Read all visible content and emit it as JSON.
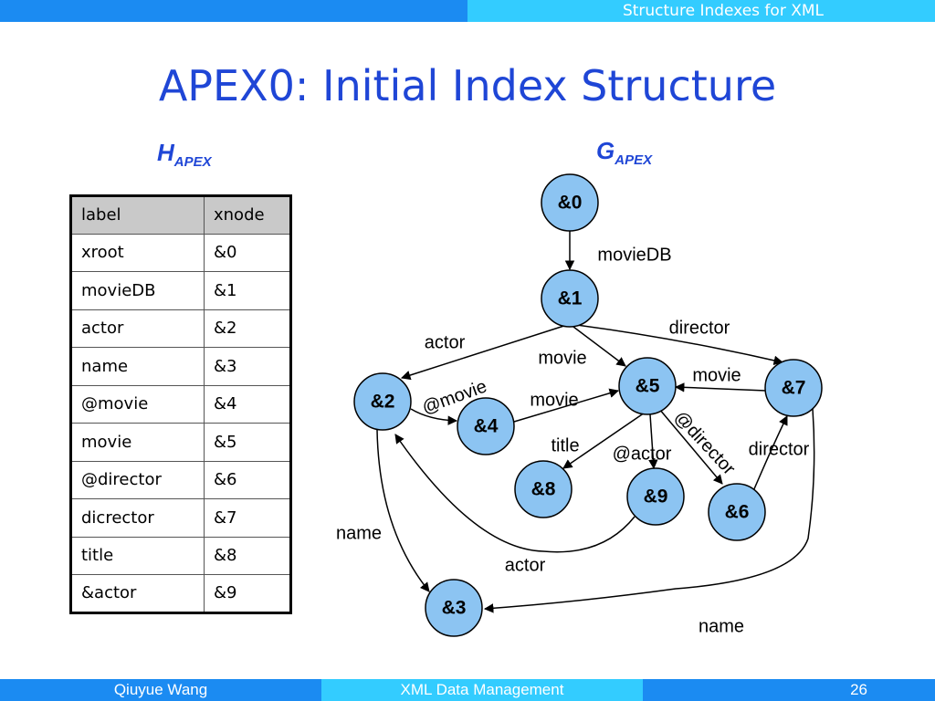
{
  "header": {
    "section_title": "Structure Indexes for XML",
    "slide_title": "APEX0: Initial Index Structure"
  },
  "h_apex": {
    "letter": "H",
    "subscript": "APEX",
    "columns": [
      "label",
      "xnode"
    ],
    "rows": [
      [
        "xroot",
        "&0"
      ],
      [
        "movieDB",
        "&1"
      ],
      [
        "actor",
        "&2"
      ],
      [
        "name",
        "&3"
      ],
      [
        "@movie",
        "&4"
      ],
      [
        "movie",
        "&5"
      ],
      [
        "@director",
        "&6"
      ],
      [
        "dicrector",
        "&7"
      ],
      [
        "title",
        "&8"
      ],
      [
        "&actor",
        "&9"
      ]
    ]
  },
  "g_apex": {
    "letter": "G",
    "subscript": "APEX",
    "node_fill": "#8cc4f2",
    "nodes": [
      {
        "id": "&0"
      },
      {
        "id": "&1"
      },
      {
        "id": "&2"
      },
      {
        "id": "&3"
      },
      {
        "id": "&4"
      },
      {
        "id": "&5"
      },
      {
        "id": "&6"
      },
      {
        "id": "&7"
      },
      {
        "id": "&8"
      },
      {
        "id": "&9"
      }
    ],
    "edges": [
      {
        "from": "&0",
        "to": "&1",
        "label": "movieDB"
      },
      {
        "from": "&1",
        "to": "&2",
        "label": "actor"
      },
      {
        "from": "&1",
        "to": "&5",
        "label": "movie"
      },
      {
        "from": "&1",
        "to": "&7",
        "label": "director"
      },
      {
        "from": "&7",
        "to": "&5",
        "label": "movie"
      },
      {
        "from": "&2",
        "to": "&4",
        "label": "@movie"
      },
      {
        "from": "&4",
        "to": "&5",
        "label": "movie"
      },
      {
        "from": "&5",
        "to": "&8",
        "label": "title"
      },
      {
        "from": "&5",
        "to": "&9",
        "label": "@actor"
      },
      {
        "from": "&5",
        "to": "&6",
        "label": "@director"
      },
      {
        "from": "&6",
        "to": "&7",
        "label": "director"
      },
      {
        "from": "&9",
        "to": "&2",
        "label": "actor"
      },
      {
        "from": "&2",
        "to": "&3",
        "label": "name"
      },
      {
        "from": "&7",
        "to": "&3",
        "label": "name"
      }
    ]
  },
  "footer": {
    "author": "Qiuyue Wang",
    "course": "XML Data Management",
    "page_number": "26"
  }
}
